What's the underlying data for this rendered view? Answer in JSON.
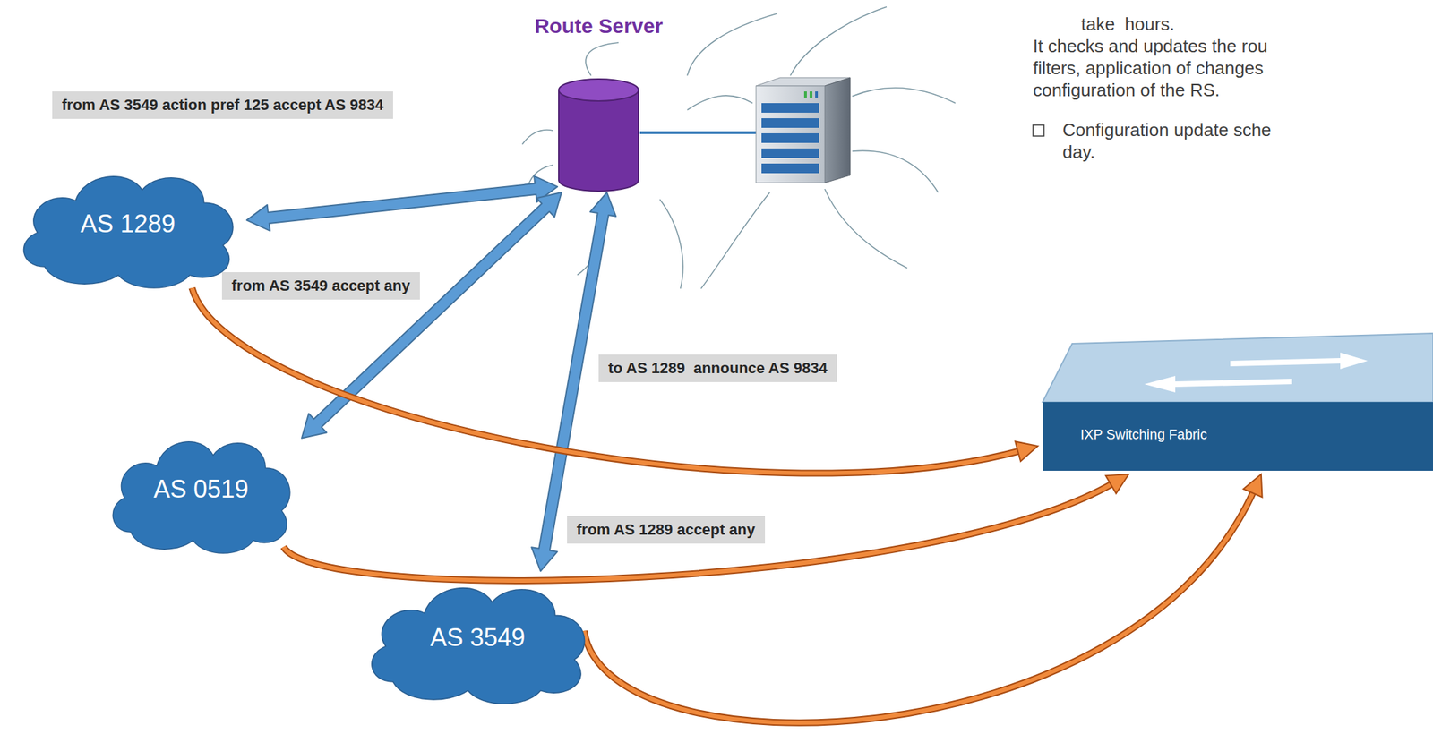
{
  "diagram": {
    "nodes": [
      {
        "text": [
          "Route Server"
        ]
      },
      {
        "text": [
          "AS 1289"
        ]
      },
      {
        "text": [
          "AS 0519"
        ]
      },
      {
        "text": [
          "AS 3549"
        ]
      },
      {
        "text": [
          "IXP Switching Fabric"
        ]
      }
    ],
    "edges": [
      {
        "from": 1,
        "to": 0,
        "arrow": "both"
      },
      {
        "from": 2,
        "to": 0,
        "arrow": "both"
      },
      {
        "from": 3,
        "to": 0,
        "arrow": "both"
      },
      {
        "from": 1,
        "to": 4,
        "arrow": "to"
      },
      {
        "from": 2,
        "to": 4,
        "arrow": "to"
      },
      {
        "from": 3,
        "to": 4,
        "arrow": "to"
      }
    ],
    "labels": [
      "take  hours.",
      "It checks and updates the rou",
      "filters, application of changes",
      "configuration of the RS.",
      "Configuration update sche",
      "day.",
      "from AS 3549 action pref 125 accept AS 9834",
      "from AS 3549 accept any",
      "to AS 1289  announce AS 9834",
      "from AS 1289 accept any"
    ]
  }
}
